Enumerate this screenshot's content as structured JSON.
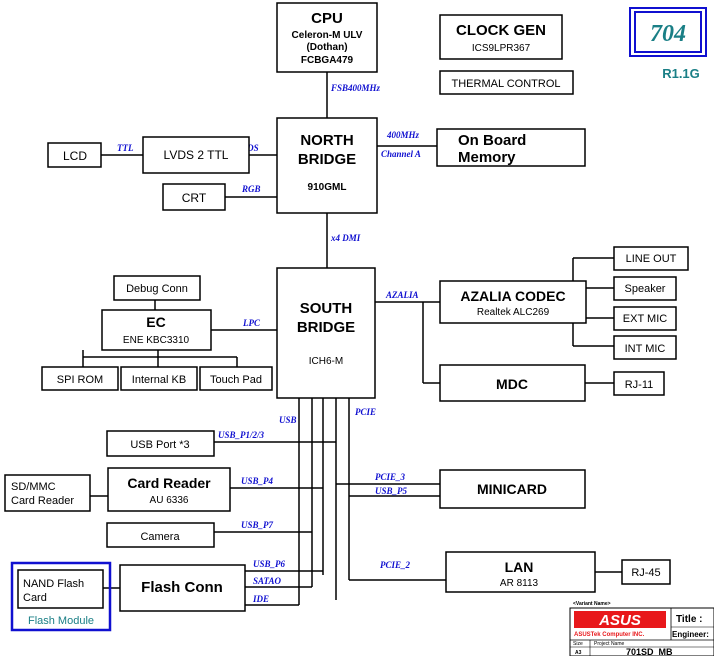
{
  "header": {
    "page_number": "704",
    "revision": "R1.1G"
  },
  "blocks": {
    "cpu": {
      "title": "CPU",
      "lines": [
        "Celeron-M ULV",
        "(Dothan)",
        "FCBGA479"
      ]
    },
    "clock_gen": {
      "title": "CLOCK GEN",
      "part": "ICS9LPR367"
    },
    "thermal": {
      "title": "THERMAL CONTROL"
    },
    "north_bridge": {
      "title_1": "NORTH",
      "title_2": "BRIDGE",
      "part": "910GML"
    },
    "memory": {
      "line1": "On Board",
      "line2": "Memory"
    },
    "lcd": {
      "title": "LCD"
    },
    "lvds": {
      "title": "LVDS 2 TTL"
    },
    "crt": {
      "title": "CRT"
    },
    "south_bridge": {
      "title_1": "SOUTH",
      "title_2": "BRIDGE",
      "part": "ICH6-M"
    },
    "debug": {
      "title": "Debug Conn"
    },
    "ec": {
      "title": "EC",
      "part": "ENE KBC3310"
    },
    "spi_rom": {
      "title": "SPI ROM"
    },
    "internal_kb": {
      "title": "Internal KB"
    },
    "touch_pad": {
      "title": "Touch Pad"
    },
    "azalia": {
      "title": "AZALIA CODEC",
      "part": "Realtek ALC269"
    },
    "line_out": {
      "title": "LINE OUT"
    },
    "speaker": {
      "title": "Speaker"
    },
    "ext_mic": {
      "title": "EXT MIC"
    },
    "int_mic": {
      "title": "INT MIC"
    },
    "mdc": {
      "title": "MDC"
    },
    "rj11": {
      "title": "RJ-11"
    },
    "usb_port": {
      "title": "USB Port *3"
    },
    "card_reader": {
      "title": "Card Reader",
      "part": "AU 6336"
    },
    "sdmmc": {
      "line1": "SD/MMC",
      "line2": "Card Reader"
    },
    "camera": {
      "title": "Camera"
    },
    "minicard": {
      "title": "MINICARD"
    },
    "flash_conn": {
      "title": "Flash Conn"
    },
    "nand": {
      "line1": "NAND Flash",
      "line2": "Card"
    },
    "flash_module": {
      "title": "Flash Module"
    },
    "lan": {
      "title": "LAN",
      "part": "AR 8113"
    },
    "rj45": {
      "title": "RJ-45"
    }
  },
  "buses": {
    "fsb": "FSB400MHz",
    "mem": "400MHz",
    "channel": "Channel A",
    "ttl": "TTL",
    "lvds": "LVDS",
    "rgb": "RGB",
    "dmi": "x4 DMI",
    "lpc": "LPC",
    "azalia": "AZALIA",
    "usb": "USB",
    "pcie": "PCIE",
    "usb_p123": "USB_P1/2/3",
    "usb_p4": "USB_P4",
    "usb_p7": "USB_P7",
    "pcie_3": "PCIE_3",
    "usb_p5": "USB_P5",
    "usb_p6": "USB_P6",
    "satao": "SATAO",
    "ide": "IDE",
    "pcie_2": "PCIE_2"
  },
  "title_block": {
    "variant_label": "<Variant Name>",
    "logo": "ASUS",
    "company": "ASUSTek Computer INC.",
    "title_label": "Title :",
    "engineer_label": "Engineer:",
    "size_label": "Size",
    "size_value": "A3",
    "project_label": "Project Name",
    "project_value": "701SD_MB"
  },
  "colors": {
    "bus_label": "#1010d0",
    "badge_border": "#1010d0",
    "badge_text": "#1a7f86",
    "logo_red": "#e8181b"
  }
}
